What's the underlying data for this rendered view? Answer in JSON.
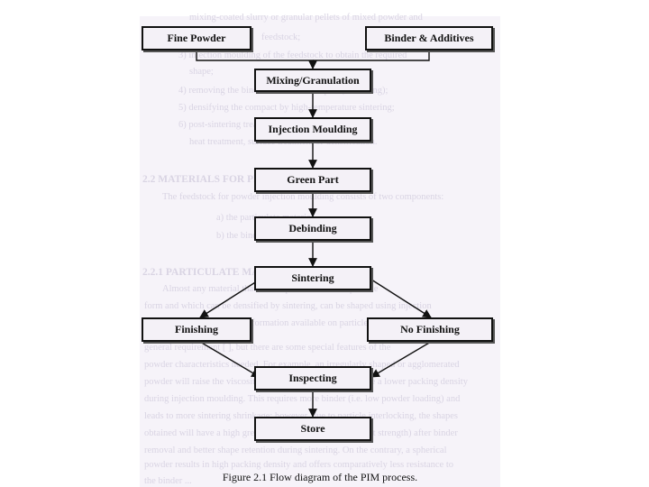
{
  "nodes": {
    "fine_powder": "Fine Powder",
    "binder_additives": "Binder & Additives",
    "mixing": "Mixing/Granulation",
    "injection": "Injection Moulding",
    "green_part": "Green Part",
    "debinding": "Debinding",
    "sintering": "Sintering",
    "finishing": "Finishing",
    "no_finishing": "No Finishing",
    "inspecting": "Inspecting",
    "store": "Store"
  },
  "caption": "Figure 2.1 Flow diagram of the PIM process.",
  "background_text": [
    "mixing-coated slurry or granular pellets of mixed powder and",
    "feedstock;",
    "3) injection moulding of the feedstock to obtain the required",
    "shape;",
    "4) removing the binder from moulded part (debinding);",
    "5) densifying the compact by high-temperature sintering;",
    "6) post-sintering treatments including machining,",
    "heat treatment, surface treatment or densification.",
    "2.2 MATERIALS FOR PIM",
    "The feedstock for powder injection moulding consists of two components:",
    "a) the particulate material,",
    "b) the binder and additives.",
    "2.2.1 PARTICULATE MATERIALS",
    "Almost any material that can be produced in fine particle",
    "form and which can be densified by sintering, can be shaped using injection",
    "moulding. Only restricted information available on particle shape, with a",
    "general requirement [ ], but there are some special features of the",
    "powder characteristics needed. For example, an irregularly shaped or agglomerated",
    "powder will raise the viscosity of feedstock mixture and give a lower packing density",
    "during injection moulding. This requires more binder (i.e. low powder loading) and",
    "leads to more sintering shrinkage; however, due to particle interlocking, the shapes",
    "obtained will have a high green strength (unsintered compact strength) after binder",
    "removal and better shape retention during sintering. On the contrary, a spherical",
    "powder results in high packing density and offers comparatively less resistance to",
    "the binder ..."
  ]
}
